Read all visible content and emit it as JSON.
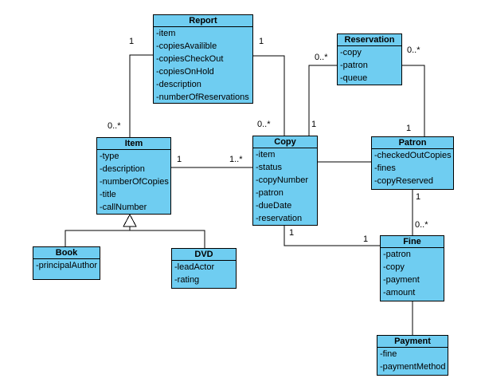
{
  "theme": {
    "box_fill": "#6FCDF1",
    "box_border": "#000000",
    "line_color": "#000000",
    "bg": "#ffffff"
  },
  "diagram_type": "uml-class-diagram",
  "classes": {
    "report": {
      "name": "Report",
      "attributes": [
        "-item",
        "-copiesAvailible",
        "-copiesCheckOut",
        "-copiesOnHold",
        "-description",
        "-numberOfReservations"
      ]
    },
    "reservation": {
      "name": "Reservation",
      "attributes": [
        "-copy",
        "-patron",
        "-queue"
      ]
    },
    "item": {
      "name": "Item",
      "attributes": [
        "-type",
        "-description",
        "-numberOfCopies",
        "-title",
        "-callNumber"
      ]
    },
    "copy": {
      "name": "Copy",
      "attributes": [
        "-item",
        "-status",
        "-copyNumber",
        "-patron",
        "-dueDate",
        "-reservation"
      ]
    },
    "patron": {
      "name": "Patron",
      "attributes": [
        "-checkedOutCopies",
        "-fines",
        "-copyReserved"
      ]
    },
    "fine": {
      "name": "Fine",
      "attributes": [
        "-patron",
        "-copy",
        "-payment",
        "-amount"
      ]
    },
    "payment": {
      "name": "Payment",
      "attributes": [
        "-fine",
        "-paymentMethod"
      ]
    },
    "book": {
      "name": "Book",
      "attributes": [
        "-principalAuthor"
      ]
    },
    "dvd": {
      "name": "DVD",
      "attributes": [
        "-leadActor",
        "-rating"
      ]
    }
  },
  "multiplicities": [
    {
      "text": "1",
      "edge": "report-item",
      "end": "report"
    },
    {
      "text": "0..*",
      "edge": "report-item",
      "end": "item"
    },
    {
      "text": "1",
      "edge": "report-copy",
      "end": "report"
    },
    {
      "text": "0..*",
      "edge": "report-copy",
      "end": "copy"
    },
    {
      "text": "0..*",
      "edge": "reservation-copy",
      "end": "reservation"
    },
    {
      "text": "1",
      "edge": "reservation-copy",
      "end": "copy"
    },
    {
      "text": "0..*",
      "edge": "reservation-patron",
      "end": "reservation"
    },
    {
      "text": "1",
      "edge": "reservation-patron",
      "end": "patron"
    },
    {
      "text": "1",
      "edge": "item-copy",
      "end": "item"
    },
    {
      "text": "1..*",
      "edge": "item-copy",
      "end": "copy"
    },
    {
      "text": "1",
      "edge": "copy-fine",
      "end": "copy"
    },
    {
      "text": "1",
      "edge": "copy-fine",
      "end": "fine"
    },
    {
      "text": "1",
      "edge": "patron-fine",
      "end": "patron"
    },
    {
      "text": "0..*",
      "edge": "patron-fine",
      "end": "fine"
    }
  ]
}
